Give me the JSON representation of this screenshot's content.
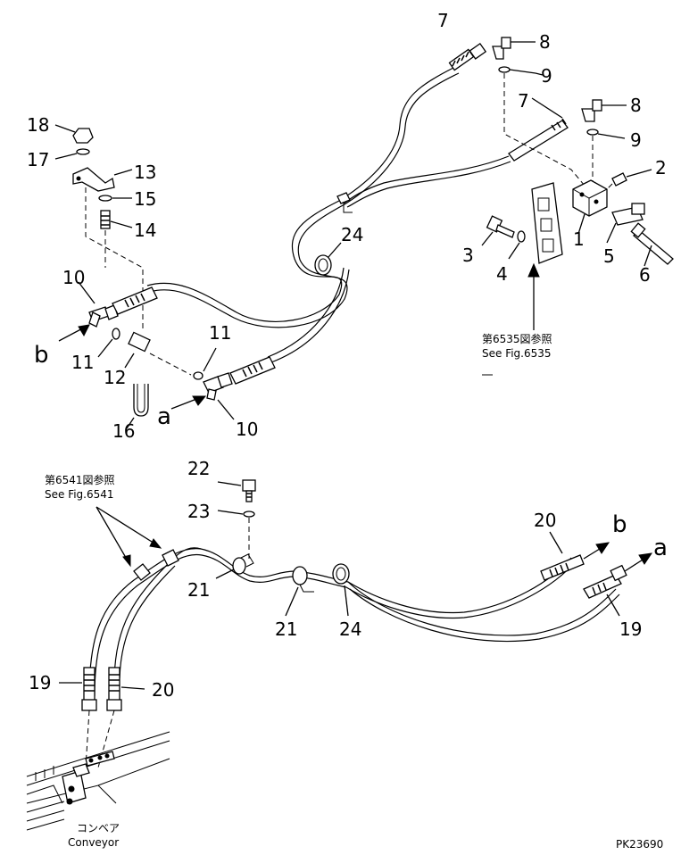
{
  "diagram_id": "PK23690",
  "callouts": {
    "c1": "1",
    "c2": "2",
    "c3": "3",
    "c4": "4",
    "c5": "5",
    "c6": "6",
    "c7a": "7",
    "c7b": "7",
    "c8a": "8",
    "c8b": "8",
    "c9a": "9",
    "c9b": "9",
    "c10a": "10",
    "c10b": "10",
    "c11a": "11",
    "c11b": "11",
    "c12": "12",
    "c13": "13",
    "c14": "14",
    "c15": "15",
    "c16": "16",
    "c17": "17",
    "c18": "18",
    "c19a": "19",
    "c19b": "19",
    "c20a": "20",
    "c20b": "20",
    "c21a": "21",
    "c21b": "21",
    "c22": "22",
    "c23": "23",
    "c24a": "24",
    "c24b": "24"
  },
  "connections": {
    "a_top": "a",
    "b_top": "b",
    "a_bottom": "a",
    "b_bottom": "b"
  },
  "references": {
    "fig6535_jp": "第6535図参照",
    "fig6535_en": "See Fig.6535",
    "fig6541_jp": "第6541図参照",
    "fig6541_en": "See Fig.6541"
  },
  "conveyor": {
    "jp": "コンベア",
    "en": "Conveyor"
  }
}
